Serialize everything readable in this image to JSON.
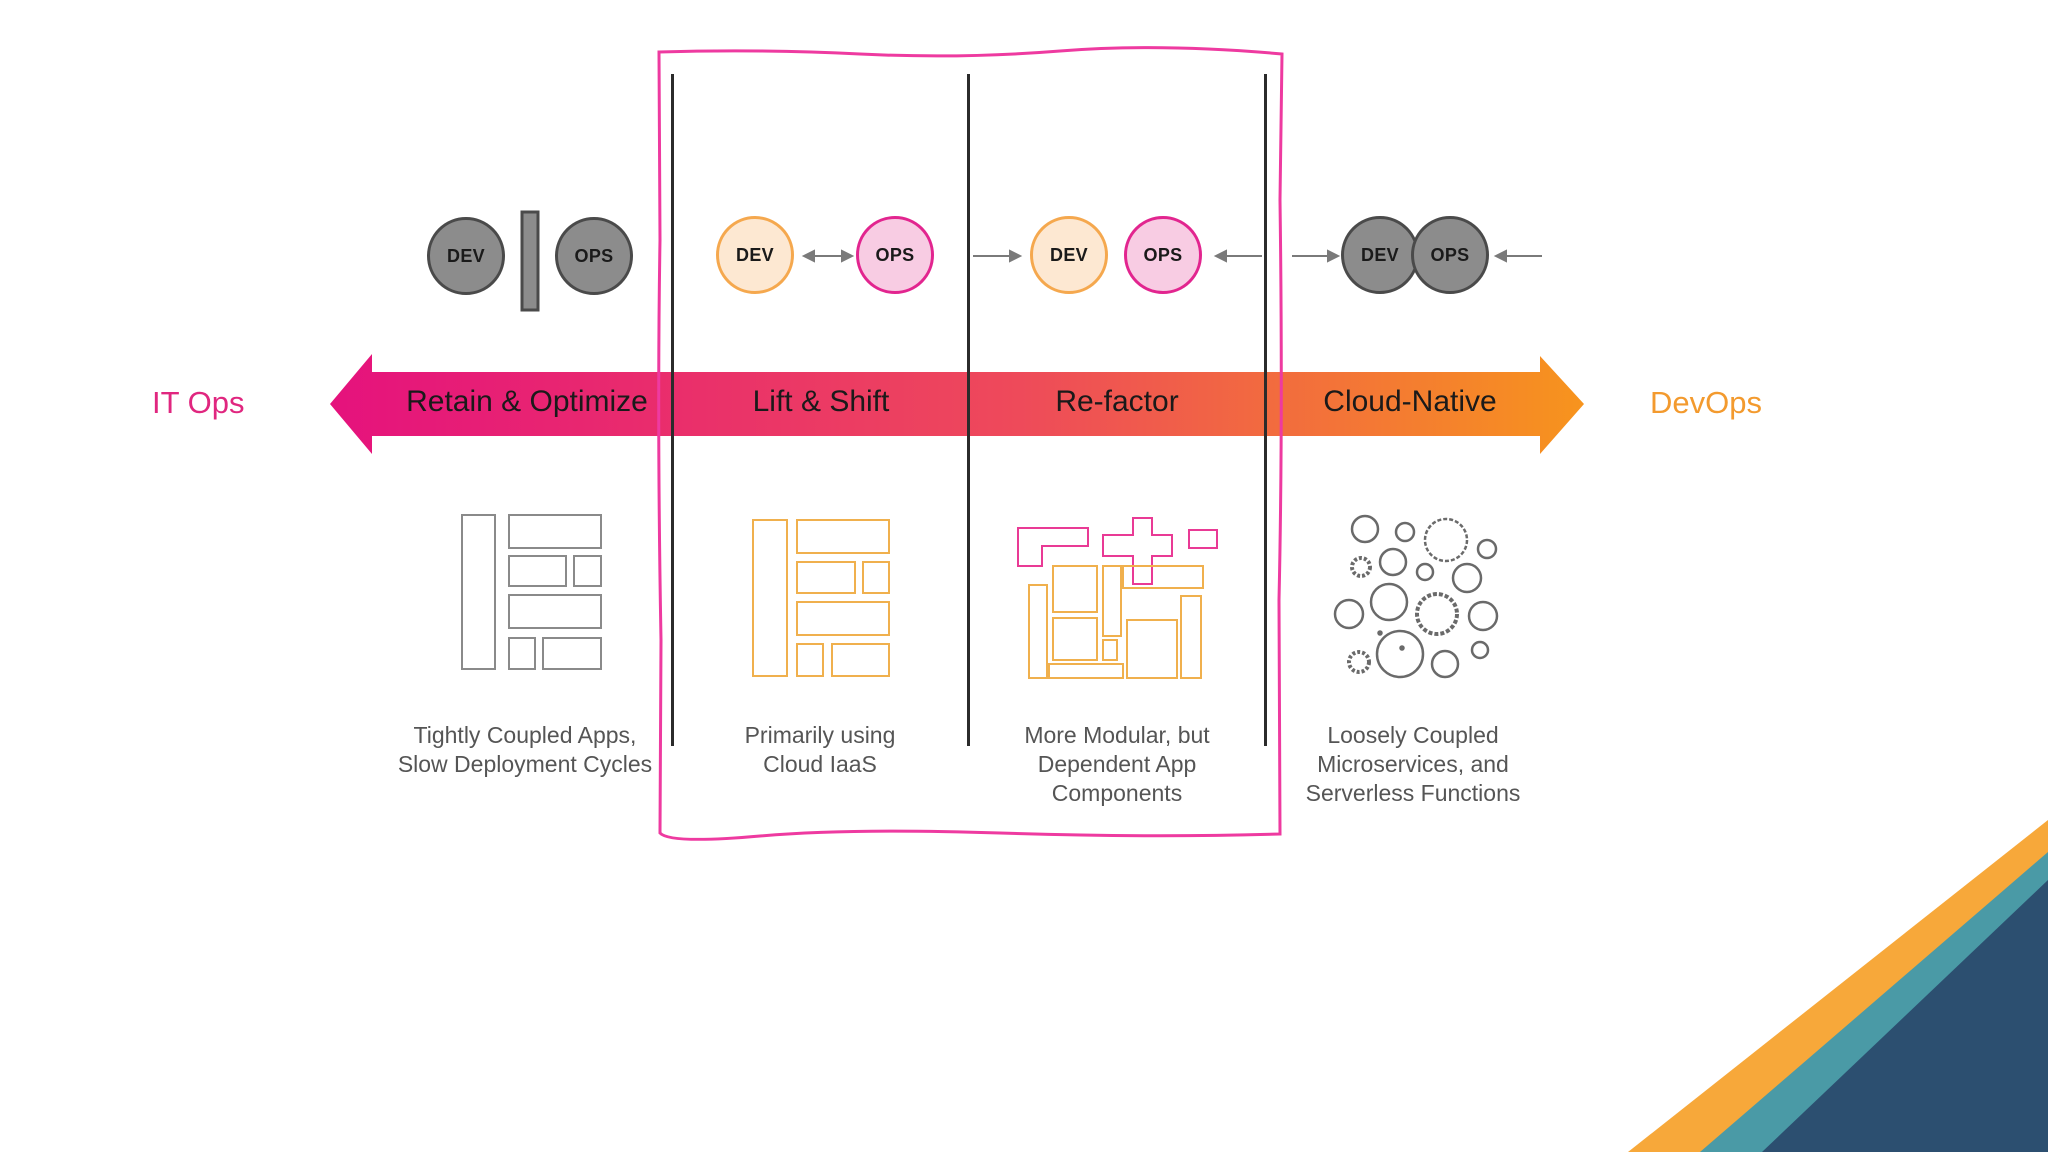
{
  "endpoints": {
    "left": {
      "text": "IT Ops",
      "color": "#e0267f"
    },
    "right": {
      "text": "DevOps",
      "color": "#f39a2e"
    }
  },
  "stages": [
    {
      "title": "Retain & Optimize",
      "caption": "Tightly Coupled Apps,\nSlow Deployment Cycles",
      "dev": "DEV",
      "ops": "OPS",
      "relation": "wall",
      "icon": "monolith-blocks-icon"
    },
    {
      "title": "Lift & Shift",
      "caption": "Primarily using\nCloud IaaS",
      "dev": "DEV",
      "ops": "OPS",
      "relation": "two-way-arrow",
      "icon": "monolith-blocks-icon"
    },
    {
      "title": "Re-factor",
      "caption": "More Modular, but\nDependent App\nComponents",
      "dev": "DEV",
      "ops": "OPS",
      "relation": "converging",
      "icon": "modular-blocks-icon"
    },
    {
      "title": "Cloud-Native",
      "caption": "Loosely Coupled\nMicroservices, and\nServerless Functions",
      "dev": "DEV",
      "ops": "OPS",
      "relation": "merged",
      "icon": "microservices-circles-icon"
    }
  ],
  "colors": {
    "arrow_start": "#e5127d",
    "arrow_end": "#f7941d",
    "highlight_box": "#ee3aa0",
    "gray_icon": "#8a8a8a",
    "orange_icon": "#f0b04d",
    "corner_navy": "#2c4f70",
    "corner_teal": "#4a9aa6",
    "corner_orange": "#f7a83a"
  }
}
